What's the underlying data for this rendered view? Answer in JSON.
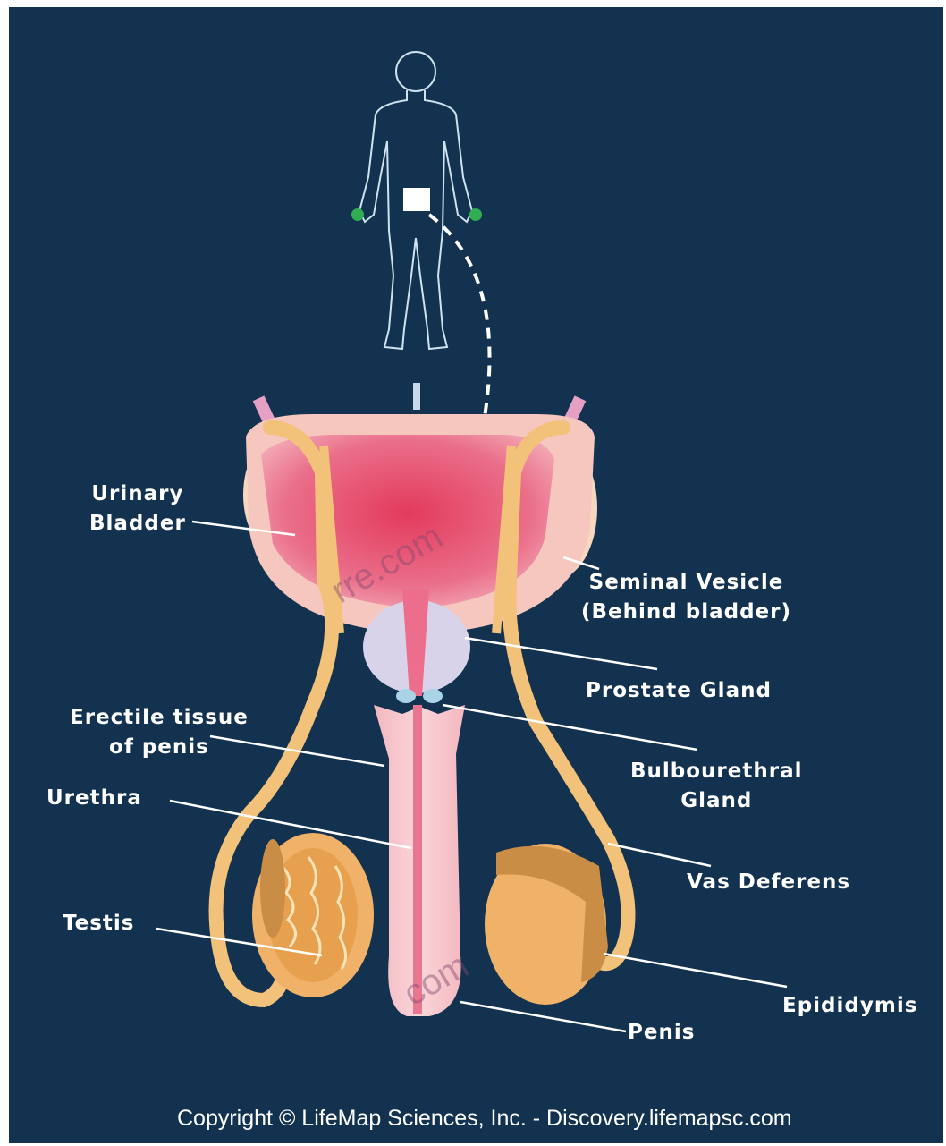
{
  "labels": {
    "urinary_bladder": [
      "Urinary",
      "Bladder"
    ],
    "seminal_vesicle": [
      "Seminal Vesicle",
      "(Behind bladder)"
    ],
    "prostate_gland": [
      "Prostate Gland"
    ],
    "erectile_tissue": [
      "Erectile tissue",
      "of penis"
    ],
    "bulbourethral_gland": [
      "Bulbourethral",
      "Gland"
    ],
    "urethra": [
      "Urethra"
    ],
    "vas_deferens": [
      "Vas Deferens"
    ],
    "testis": [
      "Testis"
    ],
    "epididymis": [
      "Epididymis"
    ],
    "penis": [
      "Penis"
    ]
  },
  "copyright": "Copyright © LifeMap Sciences, Inc. - Discovery.lifemapsc.com",
  "watermarks": [
    "rre.com",
    "com"
  ],
  "colors": {
    "background": "#12324f",
    "bladder": "#e8566f",
    "duct": "#f2c27a",
    "prostate": "#d9d3ea",
    "penis": "#f6c8cc",
    "testis": "#f0b168",
    "outline": "#ffffff"
  }
}
